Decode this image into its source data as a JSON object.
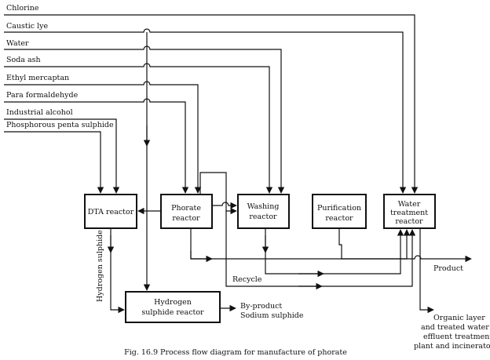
{
  "inputs": {
    "chlorine": "Chlorine",
    "caustic_lye": "Caustic lye",
    "water": "Water",
    "soda_ash": "Soda ash",
    "ethyl_mercaptan": "Ethyl mercaptan",
    "para_formaldehyde": "Para formaldehyde",
    "industrial_alcohol": "Industrial alcohol",
    "phosphorous_penta_sulphide": "Phosphorous penta sulphide"
  },
  "units": {
    "dta": [
      "DTA reactor"
    ],
    "phorate": [
      "Phorate",
      "reactor"
    ],
    "washing": [
      "Washing",
      "reactor"
    ],
    "purification": [
      "Purification",
      "reactor"
    ],
    "water_treatment": [
      "Water",
      "treatment",
      "reactor"
    ],
    "hydrogen_sulphide": [
      "Hydrogen",
      "sulphide reactor"
    ]
  },
  "streams": {
    "hydrogen_sulphide": "Hydrogen sulphide",
    "recycle": "Recycle",
    "product": "Product",
    "byproduct": [
      "By-product",
      "Sodium sulphide"
    ],
    "organic": [
      "Organic layer",
      "and treated water to",
      "effluent treatment",
      "plant and incinerator"
    ]
  },
  "caption": "Fig. 16.9 Process flow diagram for manufacture of phorate"
}
